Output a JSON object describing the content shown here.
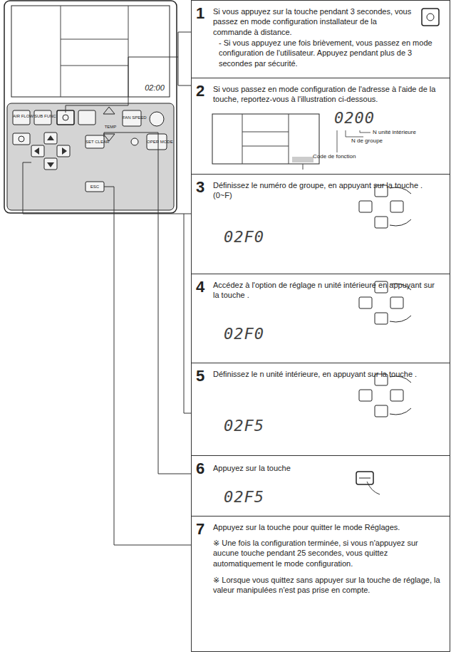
{
  "diagram": {
    "nodes": [
      {
        "text": [
          "1",
          "Si vous appuyez sur la touche pendant 3 secondes, vous passez en mode configuration installateur de la commande à distance.",
          "- Si vous appuyez une fois brièvement, vous passez en mode configuration de l'utilisateur. Appuyez pendant plus de 3 secondes par sécurité."
        ]
      },
      {
        "text": [
          "2",
          "Si vous passez en mode configuration de l'adresse à l'aide de la touche, reportez-vous à l'illustration ci-dessous.",
          "0200",
          "N unité intérieure",
          "N de groupe",
          "Code de fonction"
        ]
      },
      {
        "text": [
          "3",
          "Définissez le numéro de groupe, en appuyant sur la touche .(0~F)",
          "02F0"
        ]
      },
      {
        "text": [
          "4",
          "Accédez à l'option de réglage n unité intérieure en appuyant sur la touche .",
          "02F0"
        ]
      },
      {
        "text": [
          "5",
          "Définissez le n unité intérieure, en appuyant sur la touche .",
          "02F5"
        ]
      },
      {
        "text": [
          "6",
          "Appuyez sur la touche",
          "02F5"
        ]
      },
      {
        "text": [
          "7",
          "Appuyez sur la touche pour quitter le mode Réglages.",
          "※ Une fois la configuration terminée, si vous n'appuyez sur aucune touche pendant 25 secondes, vous quittez automatiquement le mode configuration.",
          "※ Lorsque vous quittez sans appuyer sur la touche de réglage, la valeur manipulées n'est pas prise en compte."
        ]
      }
    ],
    "labels": [
      "AIR FLOW",
      "SUB FUNC",
      "FAN SPEED",
      "TEMP",
      "OPER MODE",
      "SET CLEAR",
      "ESC",
      "02:00"
    ]
  }
}
